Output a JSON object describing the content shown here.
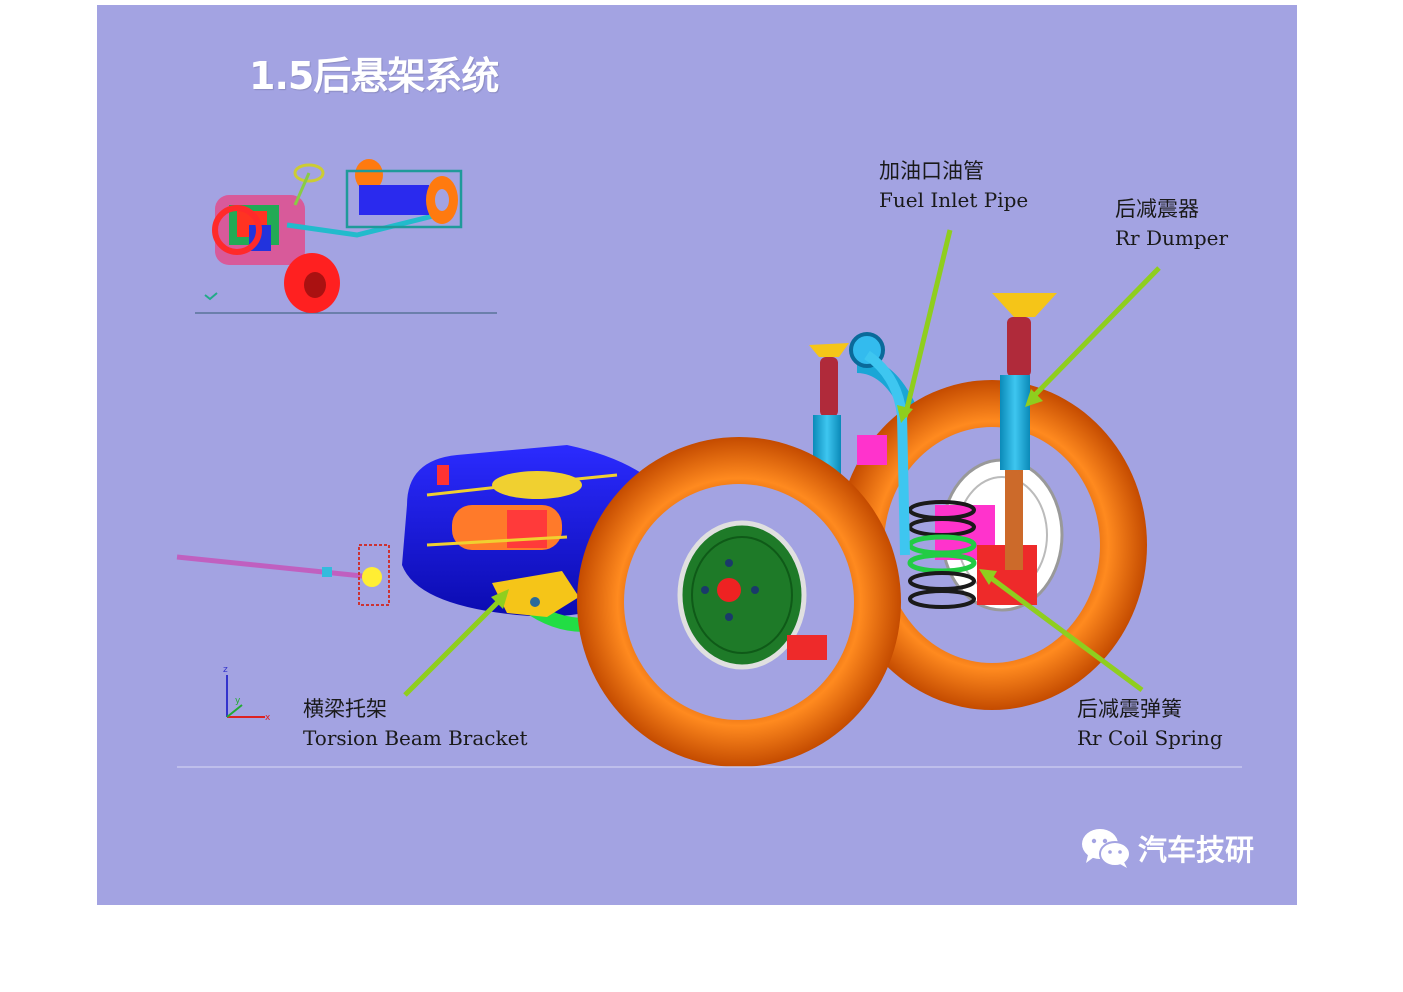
{
  "slide": {
    "title": "1.5后悬架系统",
    "background": "#a3a3e2"
  },
  "callouts": {
    "fuel_inlet_pipe": {
      "zh": "加油口油管",
      "en": "Fuel Inlet Pipe"
    },
    "rr_dumper": {
      "zh": "后减震器",
      "en": "Rr Dumper"
    },
    "torsion_beam_bracket": {
      "zh": "横梁托架",
      "en": "Torsion Beam Bracket"
    },
    "rr_coil_spring": {
      "zh": "后减震弹簧",
      "en": "Rr Coil Spring"
    }
  },
  "axis_triad": {
    "z": "z",
    "y": "y",
    "x": "x"
  },
  "brand": {
    "name": "汽车技研",
    "icon": "wechat-icon"
  },
  "colors": {
    "leader_line": "#8fce1e",
    "tire": "#ff7a0f",
    "hub": "#1e7a28",
    "inset_frame": "#1f9a9a"
  }
}
